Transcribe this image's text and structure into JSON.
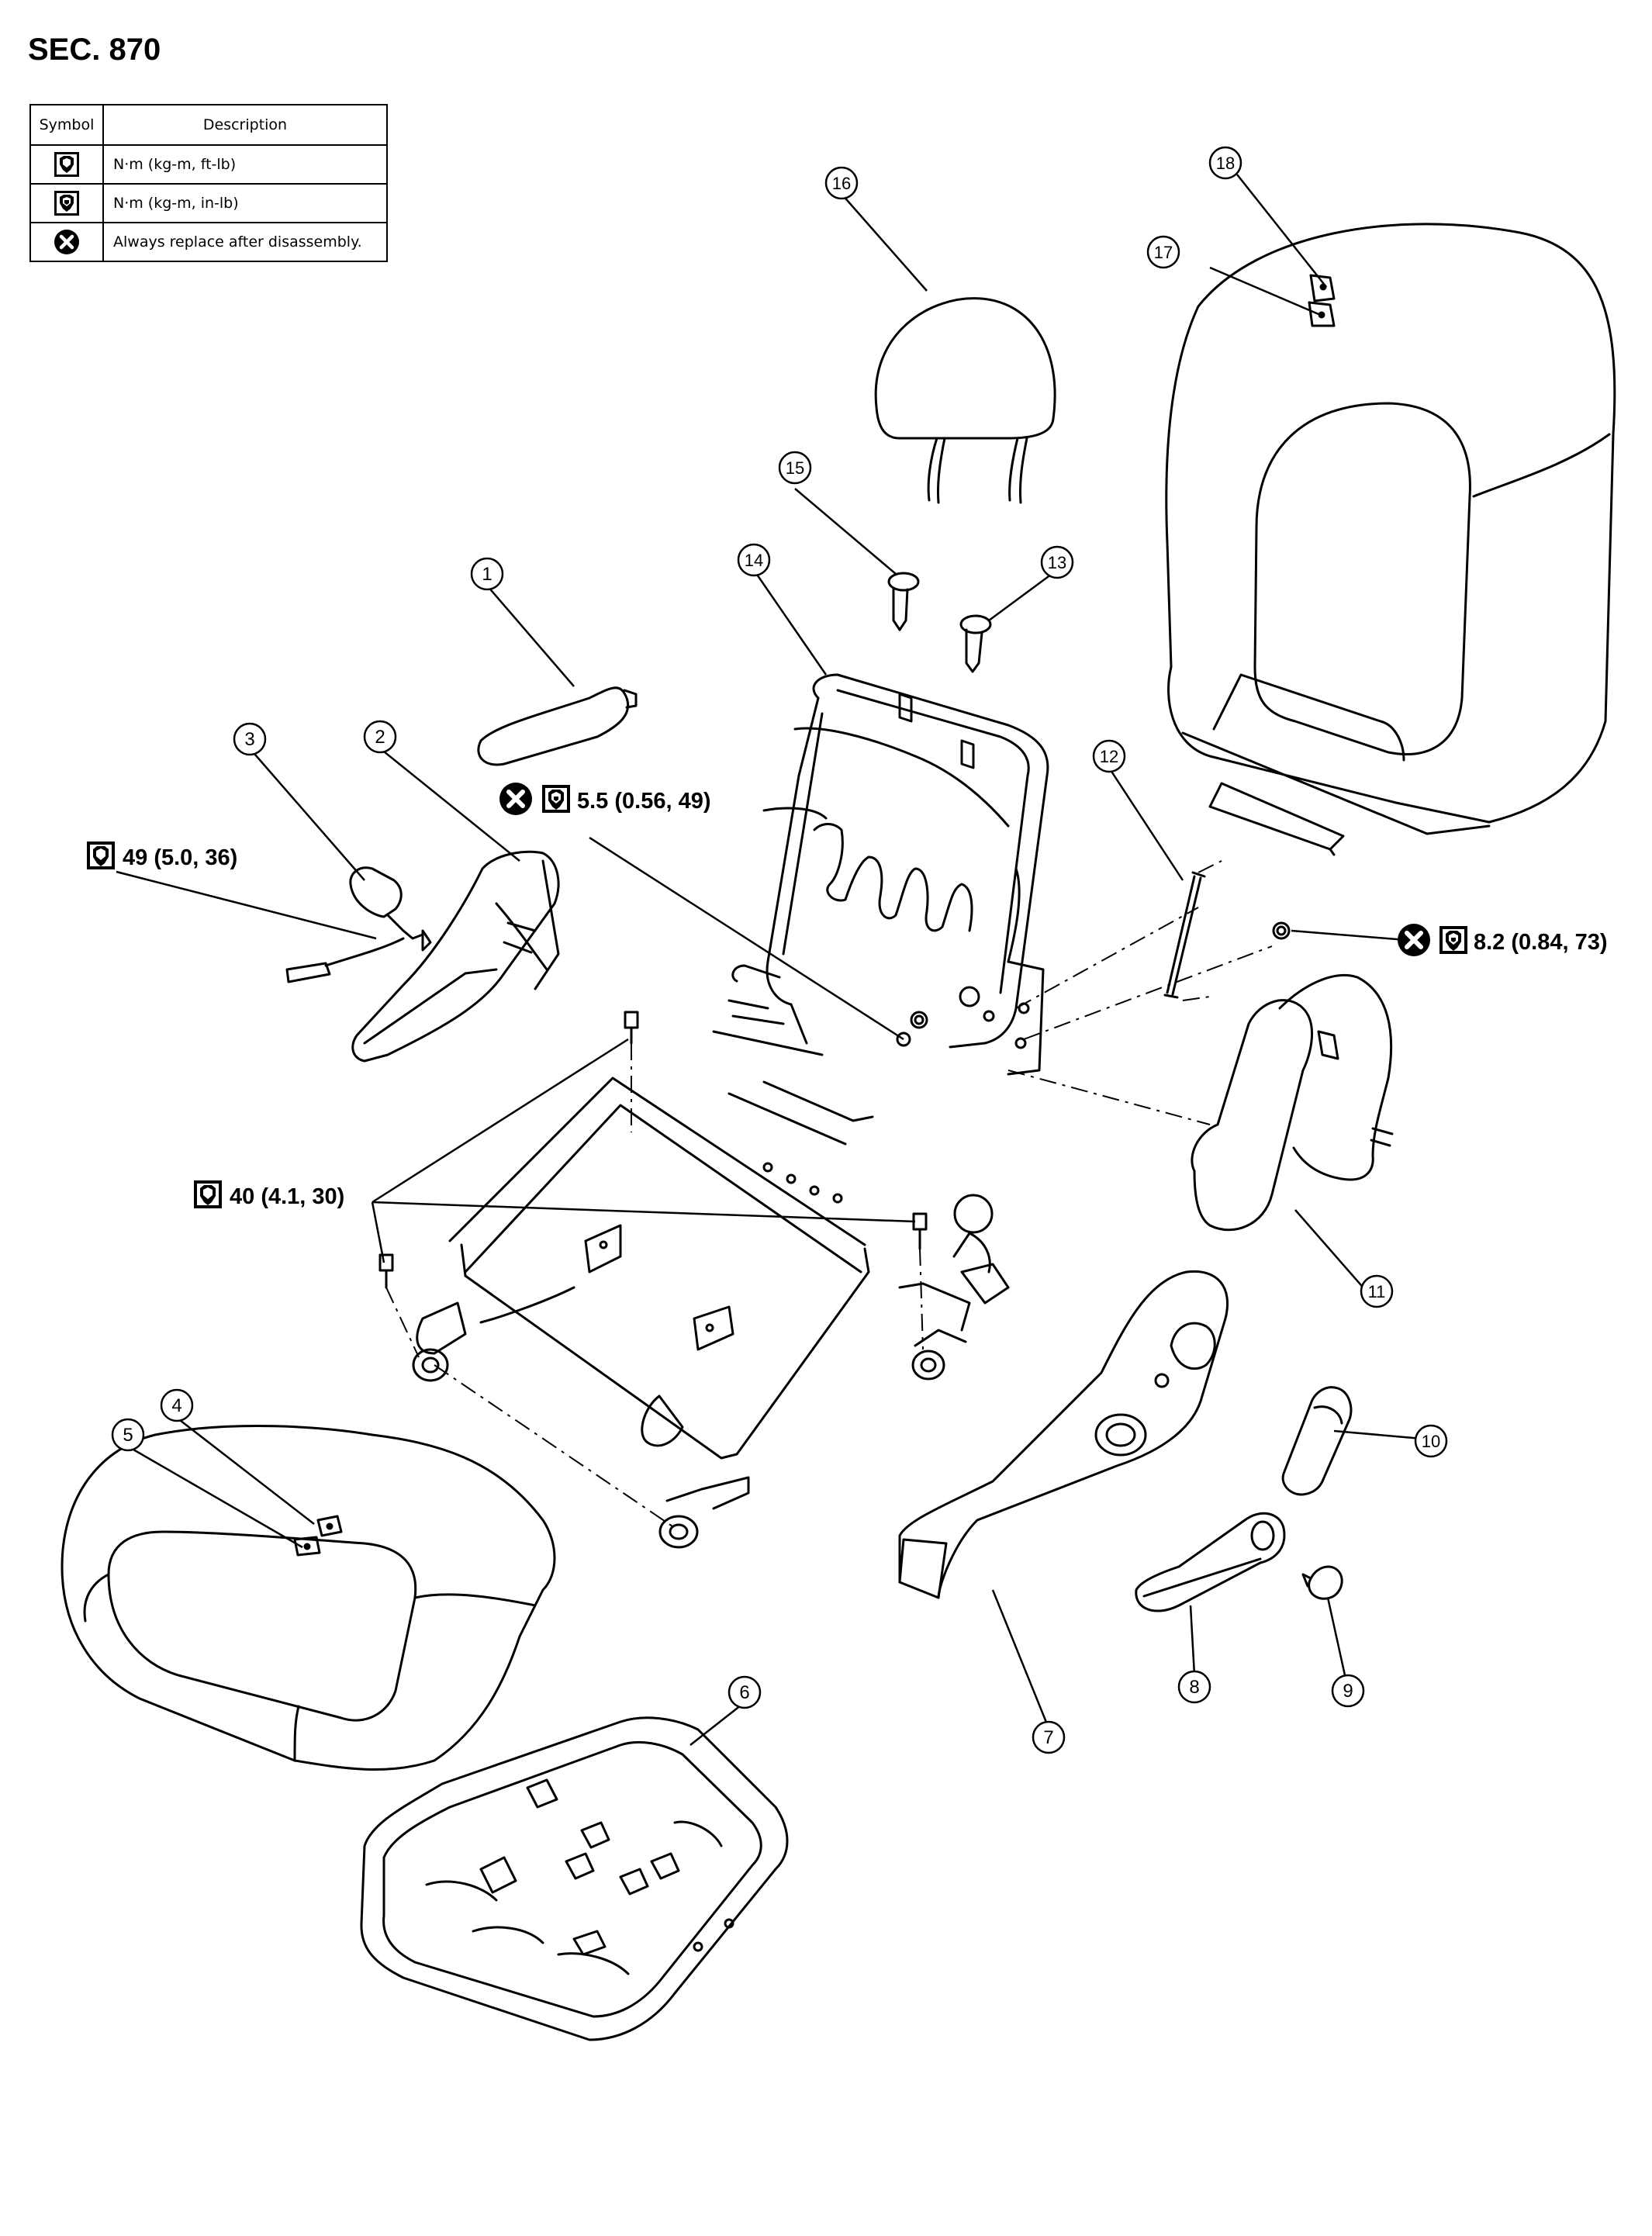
{
  "section": "SEC. 870",
  "legend": {
    "headers": {
      "symbol": "Symbol",
      "description": "Description"
    },
    "rows": [
      {
        "icon": "torque-wrench-icon",
        "description": "N·m (kg-m, ft-lb)"
      },
      {
        "icon": "torque-wrench-filled-icon",
        "description": "N·m (kg-m, in-lb)"
      },
      {
        "icon": "always-replace-icon",
        "description": "Always replace after disassembly."
      }
    ]
  },
  "callouts": [
    "1",
    "2",
    "3",
    "4",
    "5",
    "6",
    "7",
    "8",
    "9",
    "10",
    "11",
    "12",
    "13",
    "14",
    "15",
    "16",
    "17",
    "18"
  ],
  "torque_specs": {
    "seat_back_nut": "5.5 (0.56, 49)",
    "side_nut": "8.2 (0.84, 73)",
    "seatbelt_bolt": "49 (5.0, 36)",
    "frame_bolts": "40 (4.1, 30)"
  }
}
